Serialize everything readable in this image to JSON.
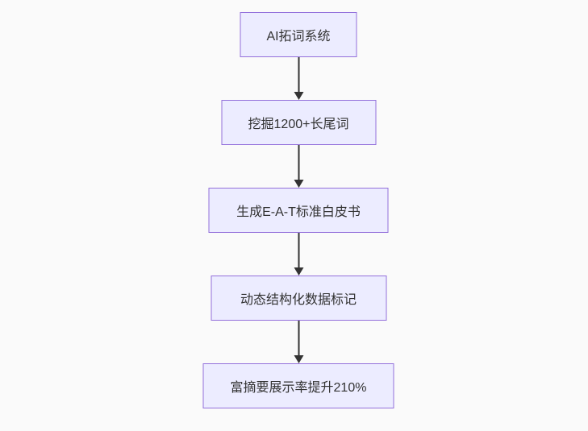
{
  "diagram": {
    "type": "flowchart",
    "direction": "top-down",
    "nodes": [
      {
        "id": "step-1",
        "label": "AI拓词系统"
      },
      {
        "id": "step-2",
        "label": "挖掘1200+长尾词"
      },
      {
        "id": "step-3",
        "label": "生成E-A-T标准白皮书"
      },
      {
        "id": "step-4",
        "label": "动态结构化数据标记"
      },
      {
        "id": "step-5",
        "label": "富摘要展示率提升210%"
      }
    ],
    "edges": [
      {
        "from": "step-1",
        "to": "step-2"
      },
      {
        "from": "step-2",
        "to": "step-3"
      },
      {
        "from": "step-3",
        "to": "step-4"
      },
      {
        "from": "step-4",
        "to": "step-5"
      }
    ],
    "colors": {
      "node_fill": "#ececff",
      "node_border": "#9370db",
      "node_text": "#333333",
      "arrow": "#333333",
      "background": "#fafafa"
    }
  }
}
